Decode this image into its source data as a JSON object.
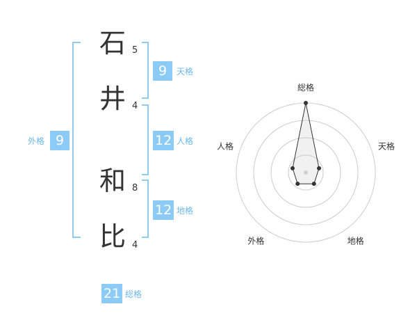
{
  "characters": [
    {
      "char": "石",
      "strokes": "5"
    },
    {
      "char": "井",
      "strokes": "4"
    },
    {
      "char": "和",
      "strokes": "8"
    },
    {
      "char": "比",
      "strokes": "4"
    }
  ],
  "scores": {
    "tenkaku": {
      "value": "9",
      "label": "天格"
    },
    "jinkaku": {
      "value": "12",
      "label": "人格"
    },
    "chikaku": {
      "value": "12",
      "label": "地格"
    },
    "gaikaku": {
      "value": "9",
      "label": "外格"
    },
    "soukaku": {
      "value": "21",
      "label": "総格"
    }
  },
  "colors": {
    "accent": "#8ccbf5",
    "bracket": "#90caf0",
    "accent_text": "#6fb8e8"
  },
  "chart_data": {
    "type": "radar",
    "axes": [
      "総格",
      "天格",
      "地格",
      "外格",
      "人格"
    ],
    "values": [
      1.0,
      0.2,
      0.2,
      0.2,
      0.2
    ],
    "rings": 4,
    "grid": true
  }
}
